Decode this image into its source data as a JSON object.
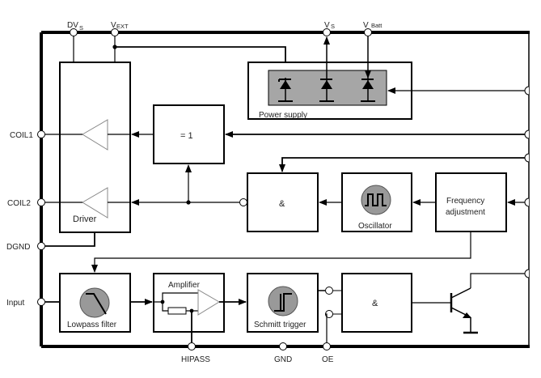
{
  "diagram": {
    "type": "block-diagram",
    "pins": {
      "top": [
        {
          "name": "DV",
          "sub": "S"
        },
        {
          "name": "V",
          "sub": "EXT"
        },
        {
          "name": "V",
          "sub": "S"
        },
        {
          "name": "V",
          "sub": "Batt"
        }
      ],
      "left": [
        "COIL1",
        "COIL2",
        "DGND",
        "Input"
      ],
      "bottom": [
        "HIPASS",
        "GND",
        "OE"
      ]
    },
    "blocks": {
      "driver": "Driver",
      "power_supply": "Power supply",
      "xor": "= 1",
      "and_upper": "&",
      "oscillator": "Oscillator",
      "freq_adj_line1": "Frequency",
      "freq_adj_line2": "adjustment",
      "lowpass": "Lowpass filter",
      "amplifier": "Amplifier",
      "schmitt": "Schmitt trigger",
      "and_lower": "&"
    },
    "colors": {
      "line": "#000000",
      "icon_fill": "#999999",
      "power_fill": "#a6a6a6",
      "amp_gray": "#8a8a8a"
    }
  }
}
